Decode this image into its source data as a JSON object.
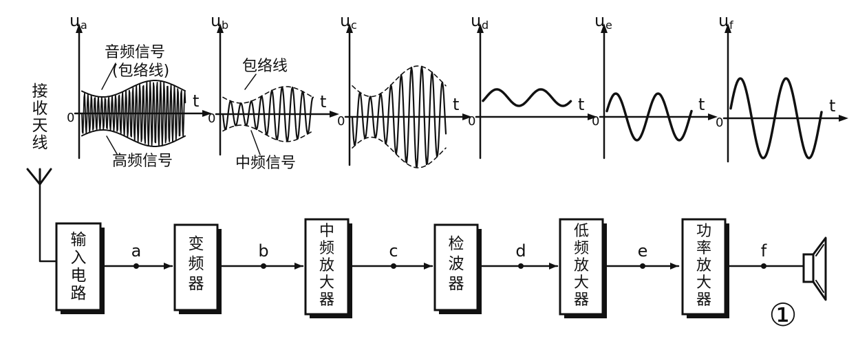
{
  "antenna_label": [
    "接",
    "收",
    "天",
    "线"
  ],
  "graphs": [
    {
      "axis_label": "u",
      "axis_sub": "a",
      "t_label": "t",
      "origin_label": "0",
      "kind": "am"
    },
    {
      "axis_label": "u",
      "axis_sub": "b",
      "t_label": "t",
      "origin_label": "0",
      "kind": "if"
    },
    {
      "axis_label": "u",
      "axis_sub": "c",
      "t_label": "t",
      "origin_label": "0",
      "kind": "if_amp"
    },
    {
      "axis_label": "u",
      "axis_sub": "d",
      "t_label": "t",
      "origin_label": "0",
      "kind": "detected"
    },
    {
      "axis_label": "u",
      "axis_sub": "e",
      "t_label": "t",
      "origin_label": "0",
      "kind": "audio"
    },
    {
      "axis_label": "u",
      "axis_sub": "f",
      "t_label": "t",
      "origin_label": "0",
      "kind": "audio_amp"
    }
  ],
  "annotations": {
    "audio_signal": "音频信号",
    "envelope_paren": "(包络线)",
    "hf_signal": "高频信号",
    "envelope": "包络线",
    "if_signal": "中频信号"
  },
  "blocks": [
    {
      "lines": [
        "输",
        "入",
        "电",
        "路"
      ]
    },
    {
      "lines": [
        "变",
        "频",
        "器"
      ]
    },
    {
      "lines": [
        "中",
        "频",
        "放",
        "大",
        "器"
      ]
    },
    {
      "lines": [
        "检",
        "波",
        "器"
      ]
    },
    {
      "lines": [
        "低",
        "频",
        "放",
        "大",
        "器"
      ]
    },
    {
      "lines": [
        "功",
        "率",
        "放",
        "大",
        "器"
      ]
    }
  ],
  "node_labels": [
    "a",
    "b",
    "c",
    "d",
    "e",
    "f"
  ],
  "figure_number": "①"
}
